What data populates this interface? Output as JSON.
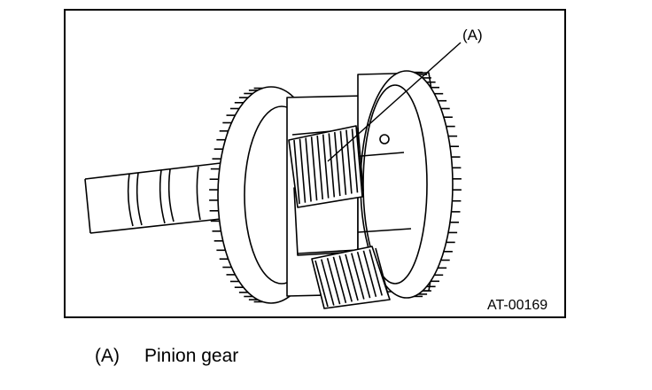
{
  "figure": {
    "callout": "(A)",
    "figure_id": "AT-00169",
    "subject_icon": "planetary-gear-assembly-icon"
  },
  "legend": [
    {
      "tag": "(A)",
      "text": "Pinion gear"
    }
  ]
}
